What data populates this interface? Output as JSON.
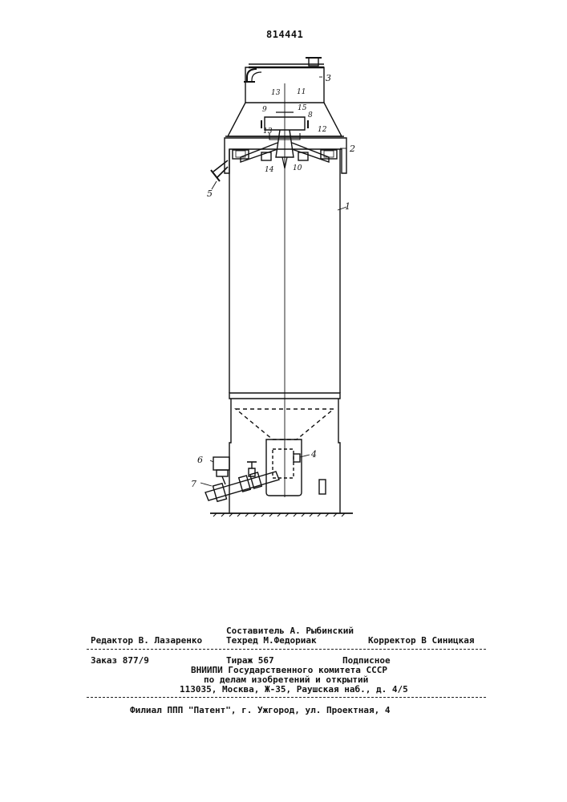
{
  "header": {
    "patent_number": "814441"
  },
  "drawing": {
    "labels": {
      "l1": "1",
      "l2": "2",
      "l3": "3",
      "l4": "4",
      "l5": "5",
      "l6": "6",
      "l7": "7",
      "l8": "8",
      "l9": "9",
      "l10": "10",
      "l11": "11",
      "l12": "12",
      "l13": "13",
      "l13b": "13",
      "l14": "14",
      "l15": "15"
    }
  },
  "footer": {
    "composer": "Составитель А. Рыбинский",
    "editor": "Редактор В. Лазаренко",
    "techred": "Техред М.Федориак",
    "corrector": "Корректор В Синицкая",
    "order": "Заказ 877/9",
    "circulation": "Тираж 567",
    "subscription": "Подписное",
    "org_line1": "ВНИИПИ Государственного комитета СССР",
    "org_line2": "по делам изобретений и открытий",
    "address": "113035, Москва, Ж-35, Раушская наб., д. 4/5",
    "branch": "Филиал ППП \"Патент\", г. Ужгород, ул. Проектная, 4"
  }
}
